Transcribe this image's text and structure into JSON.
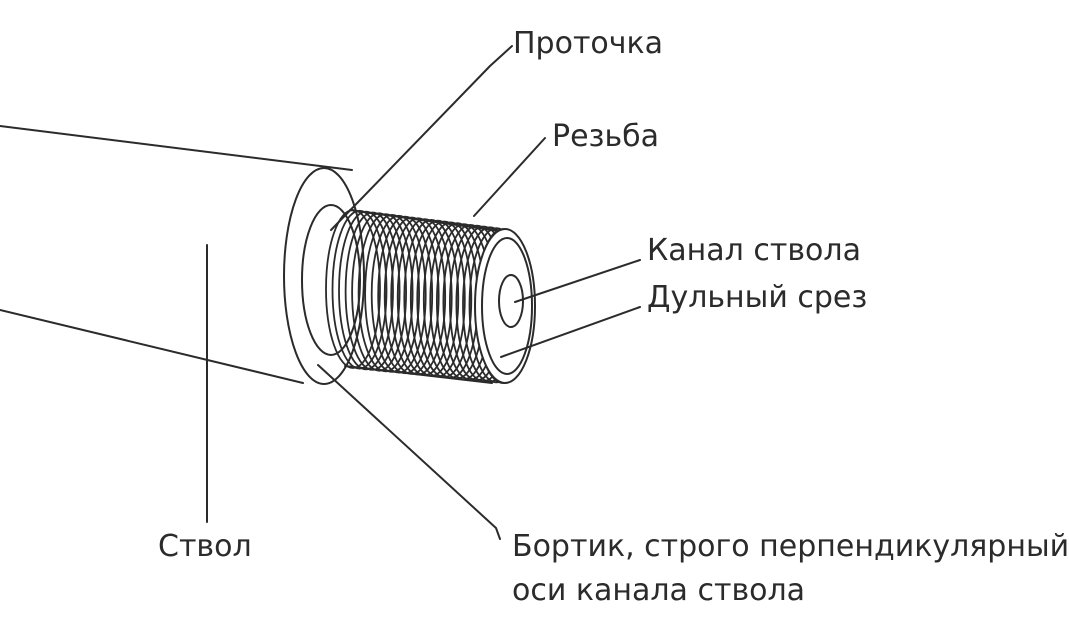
{
  "diagram": {
    "labels": {
      "groove": "Проточка",
      "thread": "Резьба",
      "bore": "Канал ствола",
      "muzzle": "Дульный срез",
      "barrel": "Ствол",
      "shoulder_line1": "Бортик, строго перпендикулярный",
      "shoulder_line2": "оси канала ствола"
    },
    "colors": {
      "line": "#2b2b2b",
      "text": "#2b2b2b",
      "background": "#ffffff"
    }
  }
}
